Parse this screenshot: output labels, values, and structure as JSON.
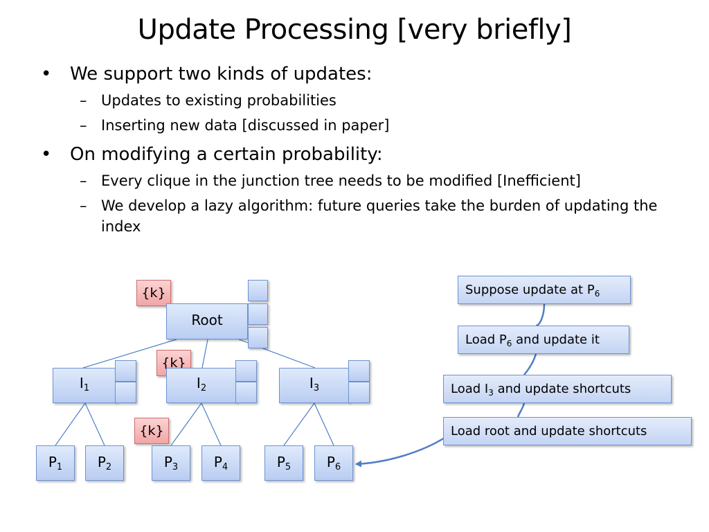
{
  "slide": {
    "title": "Update Processing [very briefly]",
    "bullets": [
      {
        "text": "We support two kinds of updates:",
        "sub": [
          "Updates to existing probabilities",
          "Inserting new data [discussed in paper]"
        ]
      },
      {
        "text": "On modifying a certain probability:",
        "sub": [
          "Every clique in the junction tree needs to be modified [Inefficient]",
          "We develop a lazy algorithm: future queries take the burden of updating the index"
        ]
      }
    ],
    "bullet_symbol": "•",
    "dash_symbol": "–"
  },
  "tree": {
    "root": "Root",
    "k_label": "{k}",
    "internal": [
      {
        "base": "I",
        "sub": "1"
      },
      {
        "base": "I",
        "sub": "2"
      },
      {
        "base": "I",
        "sub": "3"
      }
    ],
    "leaves": [
      {
        "base": "P",
        "sub": "1"
      },
      {
        "base": "P",
        "sub": "2"
      },
      {
        "base": "P",
        "sub": "3"
      },
      {
        "base": "P",
        "sub": "4"
      },
      {
        "base": "P",
        "sub": "5"
      },
      {
        "base": "P",
        "sub": "6"
      }
    ]
  },
  "steps": [
    {
      "pre": "Suppose update at P",
      "sub": "6",
      "post": ""
    },
    {
      "pre": "Load P",
      "sub": "6",
      "post": " and update it"
    },
    {
      "pre": "Load I",
      "sub": "3",
      "post": " and update  shortcuts"
    },
    {
      "pre": "Load root and update  shortcuts",
      "sub": "",
      "post": ""
    }
  ],
  "colors": {
    "node_fill": "#c9daf7",
    "node_border": "#6f92cf",
    "k_fill": "#f5b7b7",
    "connector": "#4f7ec4"
  }
}
